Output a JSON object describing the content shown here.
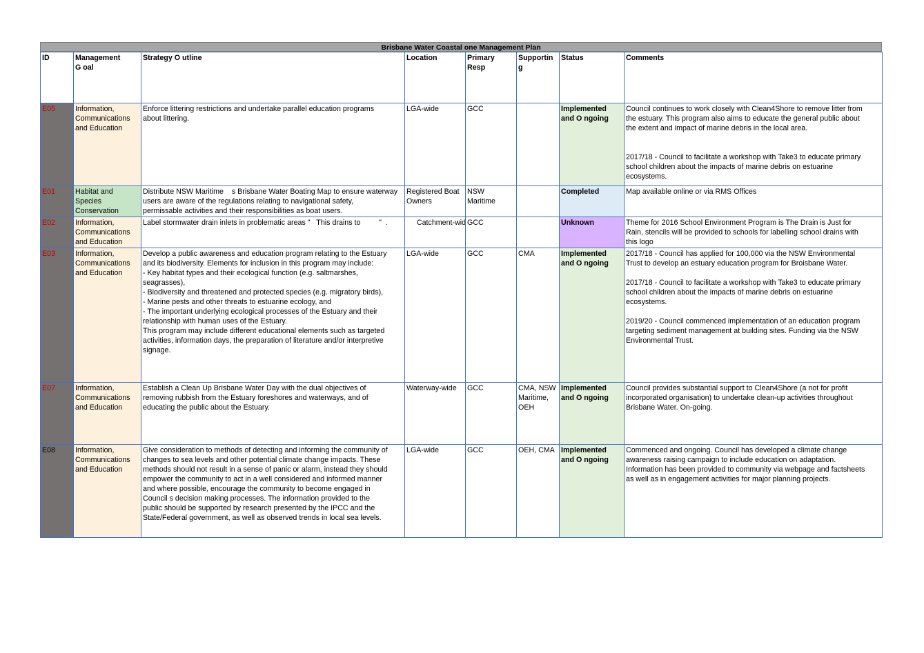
{
  "title": "Brisbane Water Coastal     one Management Plan",
  "columns": [
    "ID",
    "Management\nG oal",
    "Strategy O utline",
    "Location",
    "Primary\nResp",
    "Supportin\ng",
    "Status",
    "Comments"
  ],
  "rows": [
    {
      "id": "E05",
      "goal": "Information,\nCommunications\nand Education",
      "strategy": "Enforce littering restrictions and undertake parallel education programs\nabout littering.",
      "location": "LGA-wide",
      "primary": "GCC",
      "supporting": "",
      "status": "Implemented\nand O ngoing",
      "comments_a": "Council continues to work closely with Clean4Shore to remove litter from\nthe estuary. This program also aims to educate the general public about\nthe extent and impact of marine debris in the local area.",
      "comments_b": "2017/18 - Council to facilitate a workshop with Take3 to educate primary\nschool children about the impacts of marine debris on estuarine\necosystems."
    },
    {
      "id": "E01",
      "goal": "Habitat and\nSpecies\nConservation",
      "strategy": "Distribute NSW Maritime    s Brisbane Water Boating Map to ensure waterway\nusers are aware of the regulations relating to navigational safety,\npermissable activities and their responsibilities as boat users.",
      "location": "Registered Boat\nOwners",
      "primary": "NSW\nMaritime",
      "supporting": "",
      "status": "Completed",
      "comments": "Map available online or via RMS Offices"
    },
    {
      "id": "E02",
      "goal": "Information,\nCommunications\nand Education",
      "strategy": "Label stormwater drain inlets in problematic areas \"   This drains to         \"  .",
      "location": "     Catchment-wide",
      "primary": "GCC",
      "supporting": "",
      "status": "Unknown",
      "comments": "Theme for 2016 School Environment Program is The Drain is Just for\nRain, stencils will be provided to schools for labelling school drains with\nthis logo"
    },
    {
      "id": "E03",
      "goal": "Information,\nCommunications\nand Education",
      "strategy": "Develop a public awareness and education program relating to the Estuary\nand its biodiversity.  Elements for inclusion in this program may include:\n- Key habitat types  and their ecological function (e.g. saltmarshes,\nseagrasses),\n- Biodiversity and threatened and protected species (e.g. migratory birds),\n- Marine pests and other threats to estuarine ecology, and\n- The important underlying ecological processes of the Estuary and their\nrelationship with human uses of the Estuary.\nThis program may include different educational elements such as targeted\nactivities, information days, the preparation of literature and/or interpretive\nsignage.",
      "location": "LGA-wide",
      "primary": "GCC",
      "supporting": "CMA",
      "status": "Implemented\nand O ngoing",
      "comments_a": "2017/18 - Council has applied for     100,000 via the NSW Environmental\nTrust to develop an estuary education program for Broisbane Water.",
      "comments_b": "2017/18 - Council to facilitate a workshop with Take3 to educate primary\nschool children about the impacts of marine debris on estuarine\necosystems.",
      "comments_c": "2019/20 - Council commenced implementation of an education program\ntargeting sediment management at building sites. Funding via the NSW\nEnvironmental Trust."
    },
    {
      "id": "E07",
      "goal": "Information,\nCommunications\nand Education",
      "strategy": "Establish a     Clean Up Brisbane Water Day     with the dual objectives of\nremoving rubbish from the Estuary foreshores and waterways, and of\neducating the public about the Estuary.",
      "location": "Waterway-wide",
      "primary": "GCC",
      "supporting": "CMA, NSW\nMaritime,\nOEH",
      "status": "Implemented\nand O ngoing",
      "comments": "Council provides substantial support to Clean4Shore (a not for profit\nincorporated organisation) to undertake clean-up activities throughout\nBrisbane Water. On-going."
    },
    {
      "id": "E08",
      "goal": "Information,\nCommunications\nand Education",
      "strategy": "Give consideration to methods of detecting and informing the community of\nchanges to sea levels and other potential climate change impacts. These\nmethods should not result in a sense of panic or alarm, instead they should\nempower the community to act in a well considered and informed manner\nand where possible, encourage the community to become engaged in\nCouncil    s decision making processes.  The information provided to the\npublic should be supported by research presented by the IPCC and the\nState/Federal government, as well as observed trends in local sea levels.",
      "location": "LGA-wide",
      "primary": "GCC",
      "supporting": "OEH, CMA",
      "status": "Implemented\nand O ngoing",
      "comments": "Commenced and ongoing. Council has developed a climate change\nawareness raising campaign to include education on adaptation.\nInformation has been provided to community via webpage and factsheets\nas well as in engagement activities for major planning projects."
    }
  ]
}
